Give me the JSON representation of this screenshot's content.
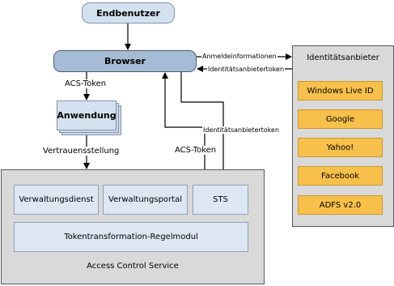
{
  "nodes": {
    "endbenutzer": "Endbenutzer",
    "browser": "Browser",
    "anwendung": "Anwendung",
    "acs_title": "Access Control Service",
    "verwaltungsdienst": "Verwaltungsdienst",
    "verwaltungsportal": "Verwaltungsportal",
    "sts": "STS",
    "tokentransformation": "Tokentransformation-Regelmodul"
  },
  "identity_providers": {
    "title": "Identitätsanbieter",
    "items": [
      "Windows Live ID",
      "Google",
      "Yahoo!",
      "Facebook",
      "ADFS v2.0"
    ]
  },
  "edge_labels": {
    "acs_token_left": "ACS-Token",
    "vertrauensstellung": "Vertrauensstellung",
    "anmeldeinformationen": "Anmeldeinformationen",
    "identitaetsanbietertoken_top": "Identitätsanbietertoken",
    "identitaetsanbietertoken_mid": "Identitätsanbietertoken",
    "acs_token_mid": "ACS-Token"
  }
}
